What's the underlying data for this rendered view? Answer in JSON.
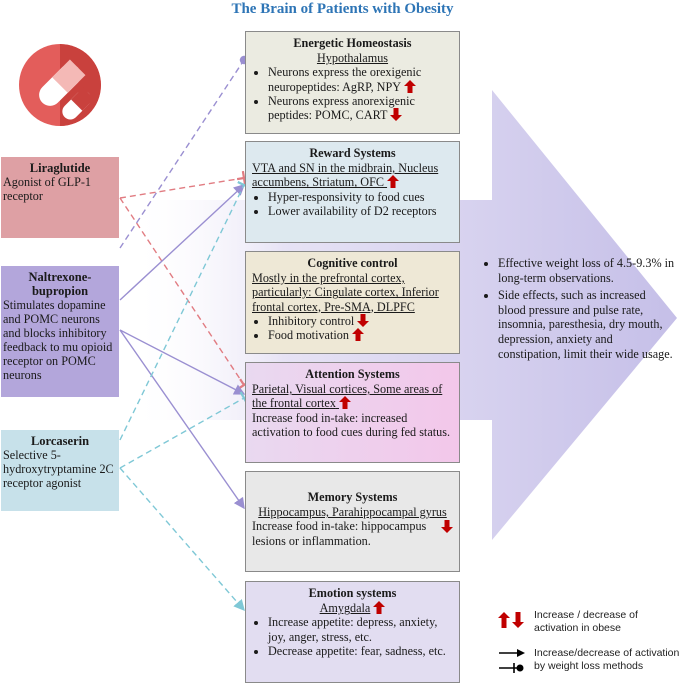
{
  "title": "The Brain of Patients with Obesity",
  "colors": {
    "title": "#2e75b6",
    "big_arrow": "#c9c4e8",
    "liraglutide_bg": "#dea0a4",
    "naltrexone_bg": "#b3a6db",
    "lorcaserin_bg": "#c7e1ea",
    "up_down_arrow": "#c00000"
  },
  "icons": {
    "pill": "pill-capsule-icon",
    "increase": "red-up-arrow-icon",
    "decrease": "red-down-arrow-icon"
  },
  "drugs": [
    {
      "name": "Liraglutide",
      "desc": "Agonist of GLP-1 receptor"
    },
    {
      "name": "Naltrexone-bupropion",
      "desc": "Stimulates dopamine and POMC neurons and blocks inhibitory feedback to mu opioid receptor on POMC neurons"
    },
    {
      "name": "Lorcaserin",
      "desc": "Selective 5-hydroxytryptamine 2C receptor agonist"
    }
  ],
  "systems": {
    "energetic": {
      "title": "Energetic Homeostasis",
      "region": "Hypothalamus",
      "bullets": [
        {
          "text": "Neurons express the orexigenic neuropeptides: AgRP, NPY",
          "dir": "up"
        },
        {
          "text": "Neurons express anorexigenic peptides: POMC, CART",
          "dir": "down"
        }
      ]
    },
    "reward": {
      "title": "Reward Systems",
      "region": "VTA and SN in the midbrain, Nucleus accumbens, Striatum, OFC",
      "bullets": [
        {
          "text": "Hyper-responsivity to food cues"
        },
        {
          "text": "Lower availability of D2 receptors"
        }
      ]
    },
    "cognitive": {
      "title": "Cognitive control",
      "region": "Mostly in the prefrontal cortex, particularly: Cingulate cortex, Inferior frontal cortex, Pre-SMA, DLPFC",
      "bullets": [
        {
          "text": "Inhibitory control",
          "dir": "down"
        },
        {
          "text": "Food motivation",
          "dir": "up"
        }
      ]
    },
    "attention": {
      "title": "Attention Systems",
      "region": "Parietal, Visual cortices, Some areas of the frontal cortex",
      "text": "Increase food in-take: increased activation to food cues during fed status."
    },
    "memory": {
      "title": "Memory Systems",
      "region": "Hippocampus, Parahippocampal gyrus",
      "text": "Increase food in-take: hippocampus lesions or inflammation."
    },
    "emotion": {
      "title": "Emotion systems",
      "region": "Amygdala",
      "bullets": [
        {
          "text": "Increase appetite: depress, anxiety, joy, anger, stress, etc."
        },
        {
          "text": "Decrease appetite: fear, sadness, etc."
        }
      ]
    }
  },
  "outcomes": [
    "Effective weight loss of 4.5-9.3% in long-term observations.",
    "Side effects, such as increased blood pressure and pulse rate, insomnia, paresthesia, dry mouth, depression, anxiety and constipation, limit their wide usage."
  ],
  "legend": {
    "updown": "Increase / decrease of activation in obese",
    "arrows": "Increase/decrease of activation by weight loss methods"
  }
}
